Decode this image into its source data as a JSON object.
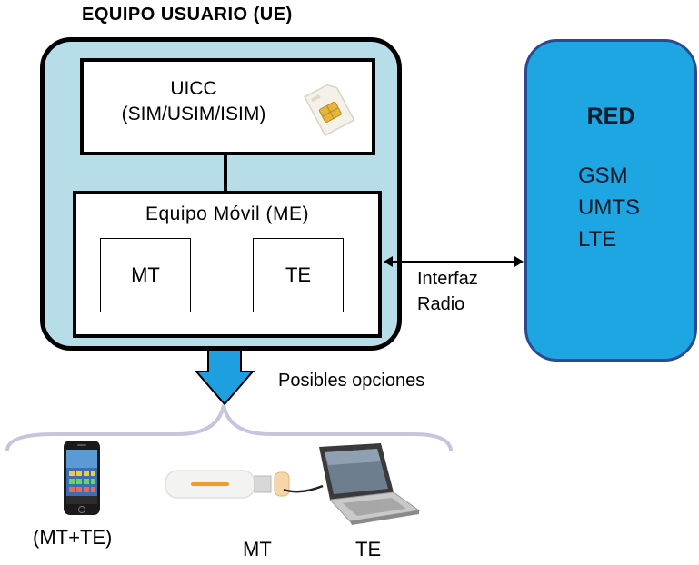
{
  "ue": {
    "title": "EQUIPO USUARIO (UE)"
  },
  "uicc": {
    "line1": "UICC",
    "line2": "(SIM/USIM/ISIM)"
  },
  "me": {
    "title": "Equipo Móvil (ME)",
    "mt": "MT",
    "te": "TE"
  },
  "network": {
    "title": "RED",
    "technologies": [
      "GSM",
      "UMTS",
      "LTE"
    ]
  },
  "interface": {
    "line1": "Interfaz",
    "line2": "Radio"
  },
  "options": {
    "label": "Posibles opciones"
  },
  "devices": {
    "phone_label": "(MT+TE)",
    "dongle_label": "MT",
    "laptop_label": "TE"
  },
  "colors": {
    "ue_fill": "#b7dde8",
    "network_fill": "#1ea6e3",
    "arrow_fill": "#1e9fe0"
  }
}
